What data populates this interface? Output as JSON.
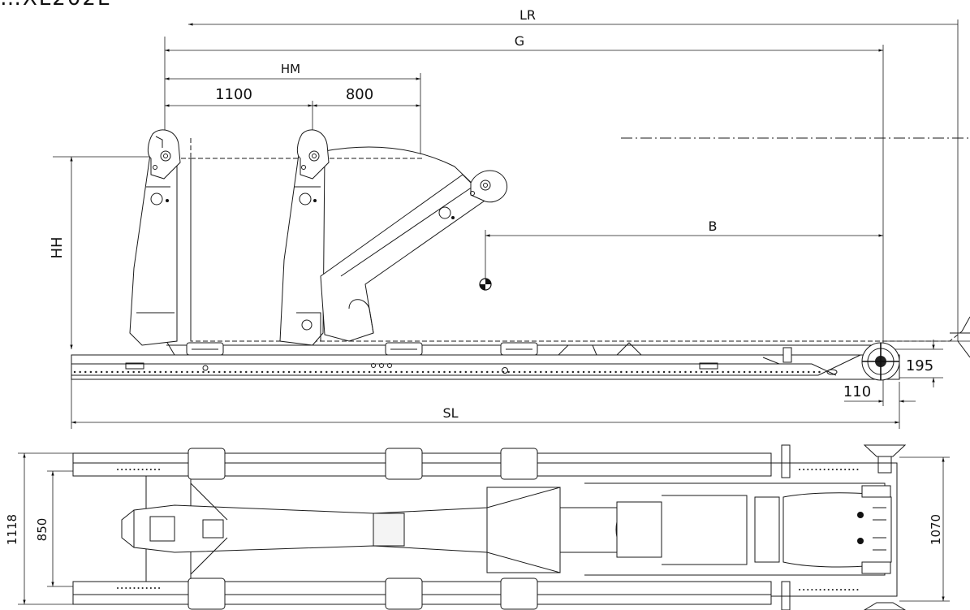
{
  "heading": "…XL202L",
  "dimensions": {
    "LR": "LR",
    "G": "G",
    "HM": "HM",
    "d1100": "1100",
    "d800": "800",
    "B": "B",
    "HH": "HH",
    "d195": "195",
    "d110": "110",
    "SL": "SL",
    "d1118": "1118",
    "d850": "850",
    "d1070": "1070"
  }
}
